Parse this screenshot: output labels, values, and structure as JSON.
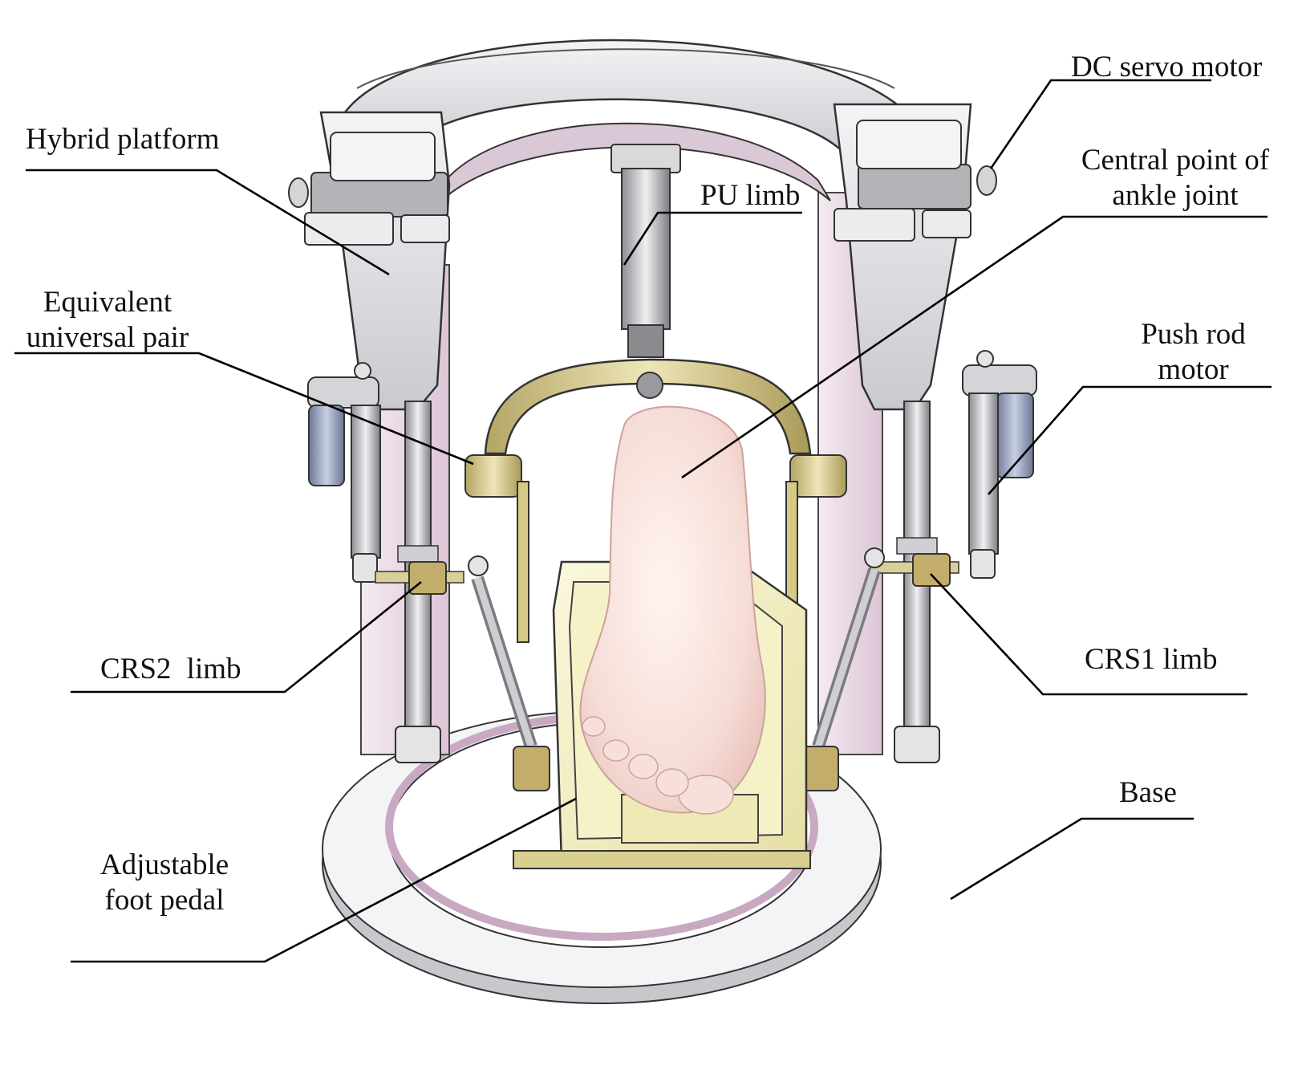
{
  "labels": {
    "dc_servo_motor": "DC servo motor",
    "hybrid_platform": "Hybrid platform",
    "pu_limb": "PU limb",
    "central_point": [
      "Central point of",
      "ankle joint"
    ],
    "equivalent_pair": [
      "Equivalent",
      "universal pair"
    ],
    "push_rod_motor": [
      "Push rod",
      "motor"
    ],
    "crs2_limb": "CRS2 limb",
    "crs1_limb": "CRS1 limb",
    "base": "Base",
    "foot_pedal": [
      "Adjustable",
      "foot pedal"
    ]
  },
  "colors": {
    "metal_light": "#e4e4e6",
    "metal_mid": "#a9a9ad",
    "metal_dark": "#55565a",
    "bracket_gold": "#d9cc8e",
    "pedal_yellow": "#f2edbe",
    "foot_skin": "#f4d4cf",
    "motor_blue": "#8f9bb8",
    "column_pink": "#ecd9e6"
  }
}
